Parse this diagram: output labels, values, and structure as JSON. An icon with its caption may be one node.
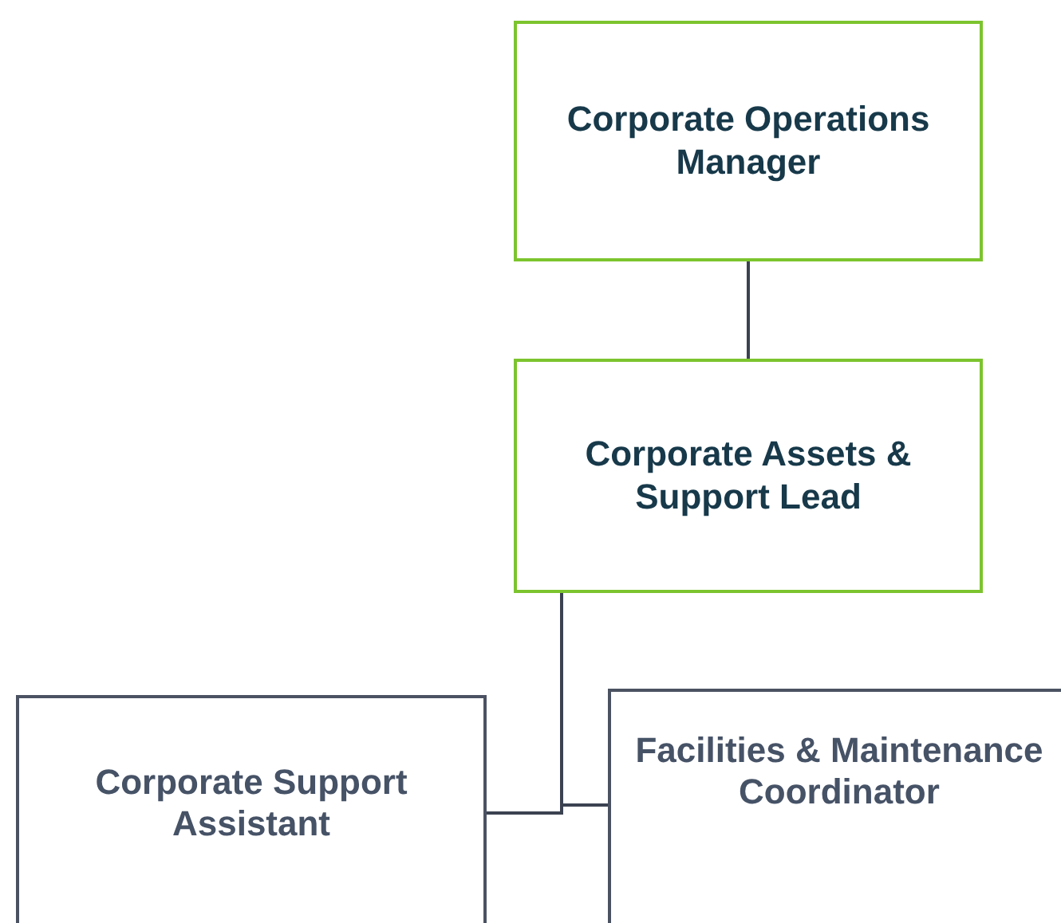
{
  "diagram": {
    "nodes": [
      {
        "text": [
          "Corporate Operations Manager"
        ]
      },
      {
        "text": [
          "Corporate Assets & Support Lead"
        ]
      },
      {
        "text": [
          "Corporate Support Assistant"
        ]
      },
      {
        "text": [
          "Facilities & Maintenance Coordinator"
        ]
      }
    ],
    "edges": [
      {
        "from": 0,
        "to": 1,
        "arrow": "none"
      },
      {
        "from": 1,
        "to": 2,
        "arrow": "none"
      },
      {
        "from": 1,
        "to": 3,
        "arrow": "none"
      }
    ]
  }
}
